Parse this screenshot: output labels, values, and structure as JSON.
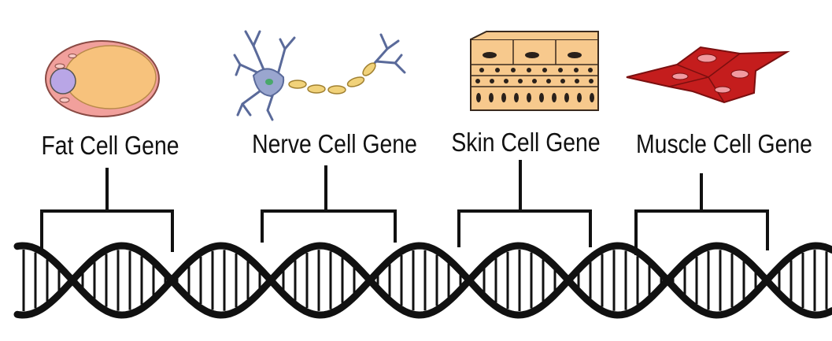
{
  "genes": [
    {
      "id": "fat",
      "label": "Fat Cell Gene",
      "icon": "fat-cell-icon"
    },
    {
      "id": "nerve",
      "label": "Nerve Cell Gene",
      "icon": "nerve-cell-icon"
    },
    {
      "id": "skin",
      "label": "Skin Cell Gene",
      "icon": "skin-cell-icon"
    },
    {
      "id": "muscle",
      "label": "Muscle Cell Gene",
      "icon": "muscle-cell-icon"
    }
  ],
  "colors": {
    "strand": "#111111",
    "fat_outer": "#f1a09c",
    "fat_inner": "#f7c27c",
    "fat_nucleus": "#b9a6e6",
    "nerve_body": "#9aa6cf",
    "nerve_nucleus": "#49a86a",
    "myelin": "#f1d27a",
    "skin_cell": "#f7c98d",
    "skin_nucleus": "#2a211b",
    "muscle": "#c41d1d",
    "muscle_nucleus": "#f19aa0"
  }
}
